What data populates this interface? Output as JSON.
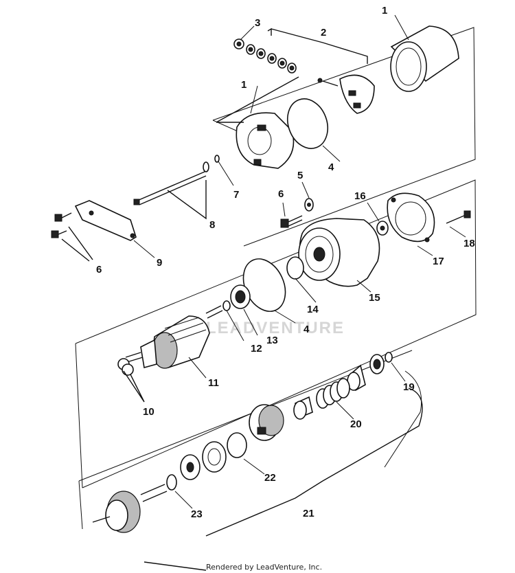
{
  "diagram": {
    "credit": "Rendered by LeadVenture, Inc.",
    "watermark": "LEADVENTURE",
    "callouts": [
      "1",
      "2",
      "3",
      "1",
      "4",
      "7",
      "8",
      "5",
      "6",
      "9",
      "6",
      "16",
      "17",
      "18",
      "15",
      "14",
      "4",
      "13",
      "12",
      "11",
      "10",
      "19",
      "20",
      "22",
      "23",
      "21"
    ]
  }
}
